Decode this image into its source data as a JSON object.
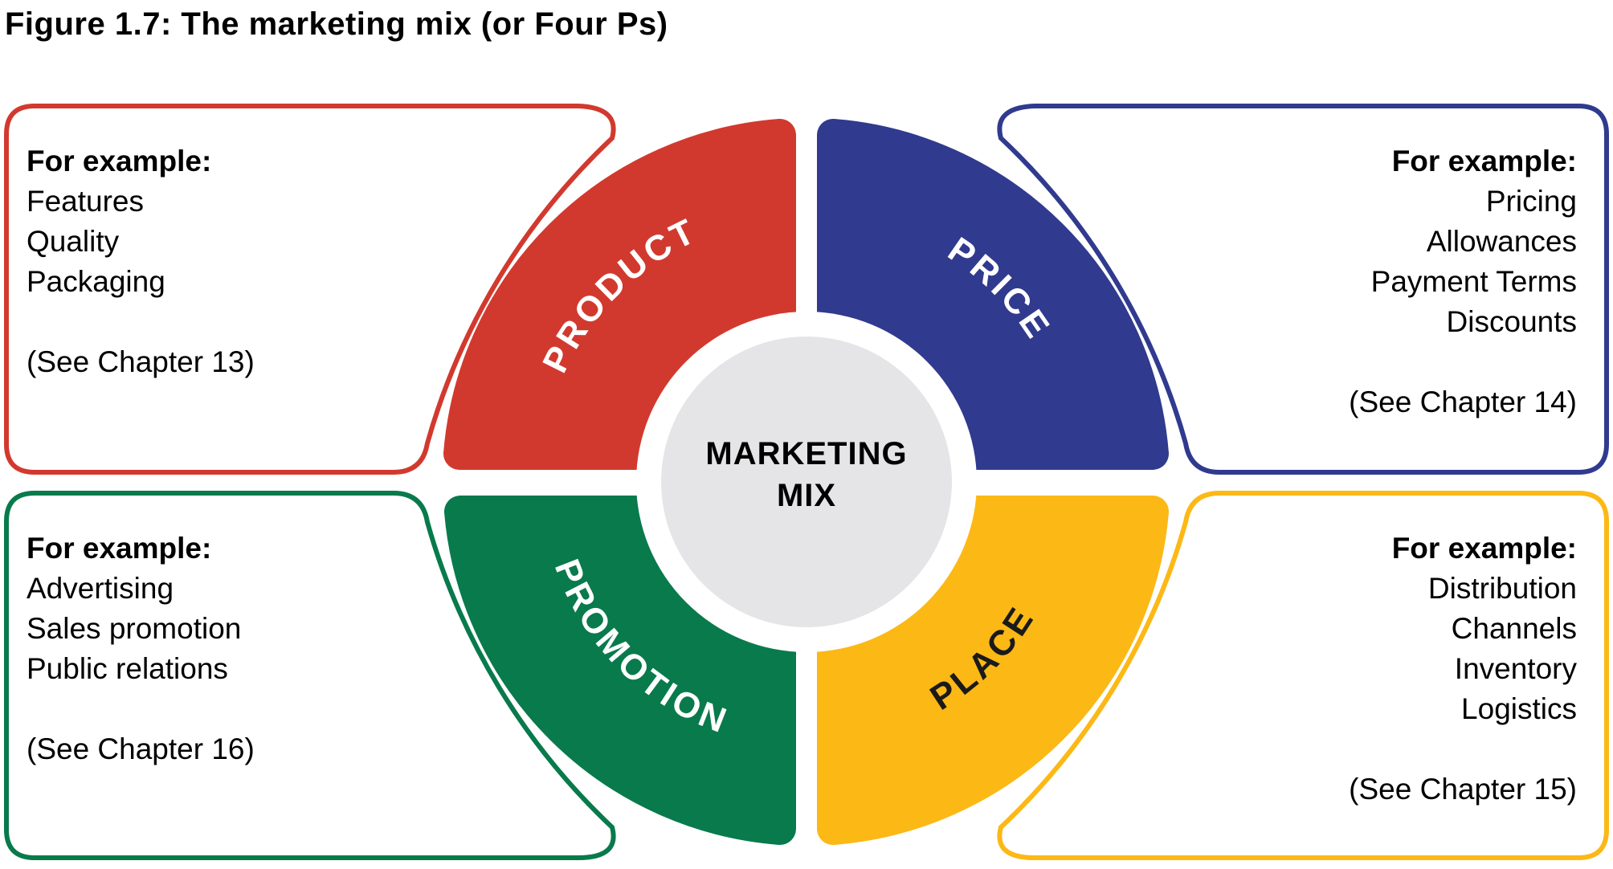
{
  "figure_title": "Figure 1.7: The marketing mix (or Four Ps)",
  "center": {
    "line1": "MARKETING",
    "line2": "MIX",
    "circle_color": "#e5e5e7",
    "text_color": "#000000"
  },
  "quadrants": {
    "product": {
      "label": "PRODUCT",
      "color": "#d2392e",
      "label_color": "#ffffff"
    },
    "price": {
      "label": "PRICE",
      "color": "#303a8e",
      "label_color": "#ffffff"
    },
    "promotion": {
      "label": "PROMOTION",
      "color": "#087a4c",
      "label_color": "#ffffff"
    },
    "place": {
      "label": "PLACE",
      "color": "#fcb815",
      "label_color": "#1a1a1a"
    }
  },
  "panels": {
    "product": {
      "heading": "For example:",
      "items": [
        "Features",
        "Quality",
        "Packaging"
      ],
      "chapter": "(See Chapter 13)"
    },
    "price": {
      "heading": "For example:",
      "items": [
        "Pricing",
        "Allowances",
        "Payment Terms",
        "Discounts"
      ],
      "chapter": "(See Chapter 14)"
    },
    "promotion": {
      "heading": "For example:",
      "items": [
        "Advertising",
        "Sales promotion",
        "Public relations"
      ],
      "chapter": "(See Chapter 16)"
    },
    "place": {
      "heading": "For example:",
      "items": [
        "Distribution",
        "Channels",
        "Inventory",
        "Logistics"
      ],
      "chapter": "(See Chapter 15)"
    }
  }
}
